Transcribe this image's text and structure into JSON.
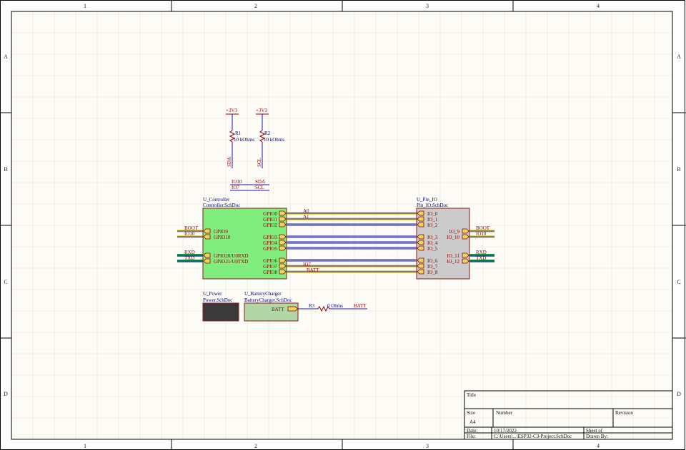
{
  "sheet": {
    "zone_columns": [
      "1",
      "2",
      "3",
      "4"
    ],
    "zone_rows": [
      "A",
      "B",
      "C",
      "D"
    ]
  },
  "colors": {
    "background": "#fdfbf6",
    "grid": "#e9e4d6",
    "border": "#000000",
    "wire_blue": "#1a1aa8",
    "wire_yellow": "#e8d760",
    "wire_green": "#1e9e4a",
    "text_red": "#8b0000",
    "text_blue": "#000080",
    "controller_fill": "#7fee7f",
    "pin_io_fill": "#cbcbcb",
    "power_fill": "#3a3a3a",
    "battery_fill": "#b3d6a6",
    "sheet_border": "#8b1a1a"
  },
  "pullups": [
    {
      "supply": "+3V3",
      "ref": "R1",
      "value": "10 kOhms",
      "net": "SDA"
    },
    {
      "supply": "+3V3",
      "ref": "R2",
      "value": "10 kOhms",
      "net": "SCL"
    }
  ],
  "net_aliases": [
    {
      "left": "IO10",
      "right": "SDA"
    },
    {
      "left": "IO7",
      "right": "SCL"
    }
  ],
  "sheets": {
    "controller": {
      "designator": "U_Controller",
      "filename": "Controller.SchDoc",
      "left_ports": [
        "GPIO9",
        "GPIO10",
        "GPIO20/U0RXD",
        "GPIO21/U0TXD"
      ],
      "right_ports": [
        "GPIO0",
        "GPIO1",
        "GPIO2",
        "GPIO3",
        "GPIO4",
        "GPIO5",
        "GPIO6",
        "GPIO7",
        "GPIO8"
      ]
    },
    "pin_io": {
      "designator": "U_Pin_IO",
      "filename": "Pin_IO.SchDoc",
      "left_ports": [
        "IO_0",
        "IO_1",
        "IO_2",
        "IO_3",
        "IO_4",
        "IO_5",
        "IO_6",
        "IO_7",
        "IO_8"
      ],
      "right_ports": [
        "IO_9",
        "IO_10",
        "IO_11",
        "IO_12"
      ]
    },
    "power": {
      "designator": "U_Power",
      "filename": "Power.SchDoc"
    },
    "battery": {
      "designator": "U_BatteryCharger",
      "filename": "BatteryCharger.SchDoc",
      "port": "BATT"
    }
  },
  "net_labels": {
    "controller_left": [
      "BOOT",
      "IO10",
      "RXD",
      "TXD"
    ],
    "pin_io_right": [
      "BOOT",
      "IO10",
      "RXD",
      "TXD"
    ],
    "bus": [
      "A0",
      "A1",
      "IO7",
      "BATT"
    ]
  },
  "resistor_r3": {
    "ref": "R3",
    "value": "0 Ohms",
    "net": "BATT"
  },
  "title_block": {
    "title_label": "Title",
    "size_label": "Size",
    "size_value": "A4",
    "number_label": "Number",
    "revision_label": "Revision",
    "date_label": "Date:",
    "date_value": "10/17/2022",
    "file_label": "File:",
    "file_value": "C:\\Users\\...\\ESP32-C3-Project.SchDoc",
    "sheet_label": "Sheet   of",
    "drawn_label": "Drawn By:"
  }
}
